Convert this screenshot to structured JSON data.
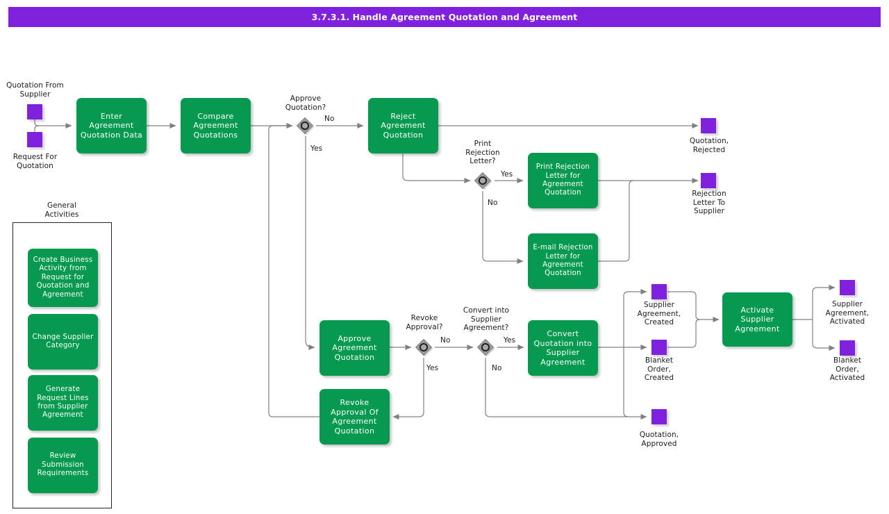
{
  "header": {
    "title": "3.7.3.1. Handle Agreement Quotation and Agreement",
    "bar_color": "#7F21DE"
  },
  "theme": {
    "task_green": "#059A4F",
    "object_purple": "#7F21DE",
    "gateway_gray": "#A0A0A0",
    "wire_gray": "#808080",
    "text_dark": "#1a1a1a"
  },
  "inputs": [
    {
      "id": "quotation-from-supplier",
      "label": "Quotation From\nSupplier",
      "icon": "data-object"
    },
    {
      "id": "request-for-quotation",
      "label": "Request For\nQuotation",
      "icon": "data-object"
    }
  ],
  "tasks": [
    {
      "id": "enter-agreement-quotation-data",
      "label": "Enter\nAgreement\nQuotation Data"
    },
    {
      "id": "compare-agreement-quotations",
      "label": "Compare\nAgreement\nQuotations"
    },
    {
      "id": "reject-agreement-quotation",
      "label": "Reject\nAgreement\nQuotation"
    },
    {
      "id": "print-rejection-letter",
      "label": "Print Rejection\nLetter for\nAgreement\nQuotation"
    },
    {
      "id": "email-rejection-letter",
      "label": "E-mail Rejection\nLetter for\nAgreement\nQuotation"
    },
    {
      "id": "approve-agreement-quotation",
      "label": "Approve\nAgreement\nQuotation"
    },
    {
      "id": "revoke-approval-of-agreement-quotation",
      "label": "Revoke\nApproval Of\nAgreement\nQuotation"
    },
    {
      "id": "convert-quotation-into-supplier-agreement",
      "label": "Convert\nQuotation into\nSupplier\nAgreement"
    },
    {
      "id": "activate-supplier-agreement",
      "label": "Activate\nSupplier\nAgreement"
    }
  ],
  "gateways": [
    {
      "id": "approve-quotation",
      "label": "Approve\nQuotation?",
      "branches": [
        "No",
        "Yes"
      ]
    },
    {
      "id": "print-rejection-letter-gateway",
      "label": "Print\nRejection\nLetter?",
      "branches": [
        "Yes",
        "No"
      ]
    },
    {
      "id": "revoke-approval",
      "label": "Revoke\nApproval?",
      "branches": [
        "No",
        "Yes"
      ]
    },
    {
      "id": "convert-into-supplier-agreement",
      "label": "Convert into\nSupplier\nAgreement?",
      "branches": [
        "Yes",
        "No"
      ]
    }
  ],
  "outputs": [
    {
      "id": "quotation-rejected",
      "label": "Quotation,\nRejected"
    },
    {
      "id": "rejection-letter-to-supplier",
      "label": "Rejection\nLetter To\nSupplier"
    },
    {
      "id": "supplier-agreement-created",
      "label": "Supplier\nAgreement,\nCreated"
    },
    {
      "id": "blanket-order-created",
      "label": "Blanket\nOrder,\nCreated"
    },
    {
      "id": "quotation-approved",
      "label": "Quotation,\nApproved"
    },
    {
      "id": "supplier-agreement-activated",
      "label": "Supplier\nAgreement,\nActivated"
    },
    {
      "id": "blanket-order-activated",
      "label": "Blanket\nOrder,\nActivated"
    }
  ],
  "general_activities": {
    "title": "General\nActivities",
    "items": [
      {
        "id": "create-business-activity",
        "label": "Create Business\nActivity from\nRequest for\nQuotation and\nAgreement"
      },
      {
        "id": "change-supplier-category",
        "label": "Change Supplier\nCategory"
      },
      {
        "id": "generate-request-lines",
        "label": "Generate\nRequest Lines\nfrom Supplier\nAgreement"
      },
      {
        "id": "review-submission-requirements",
        "label": "Review\nSubmission\nRequirements"
      }
    ]
  },
  "flow_labels": {
    "approve_no": "No",
    "approve_yes": "Yes",
    "print_yes": "Yes",
    "print_no": "No",
    "revoke_no": "No",
    "revoke_yes": "Yes",
    "convert_yes": "Yes",
    "convert_no": "No"
  }
}
